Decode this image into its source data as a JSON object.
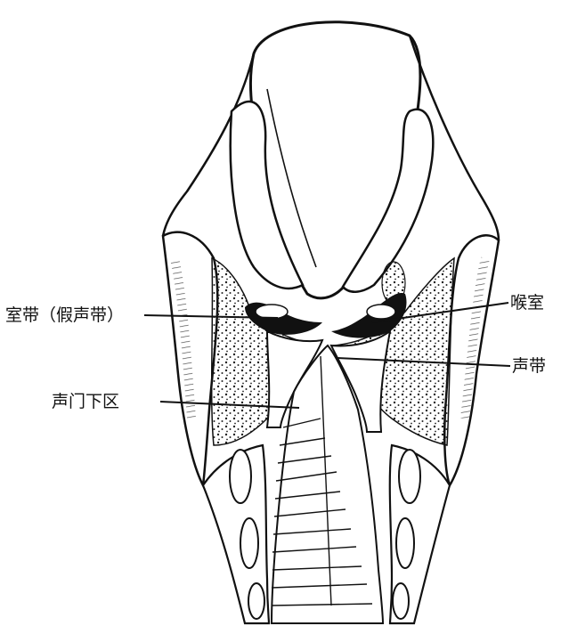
{
  "labels": {
    "ventricular_fold": "室带（假声带）",
    "laryngeal_ventricle": "喉室",
    "vocal_cord": "声带",
    "subglottic_region": "声门下区"
  },
  "colors": {
    "ink": "#111111",
    "background": "#ffffff"
  }
}
